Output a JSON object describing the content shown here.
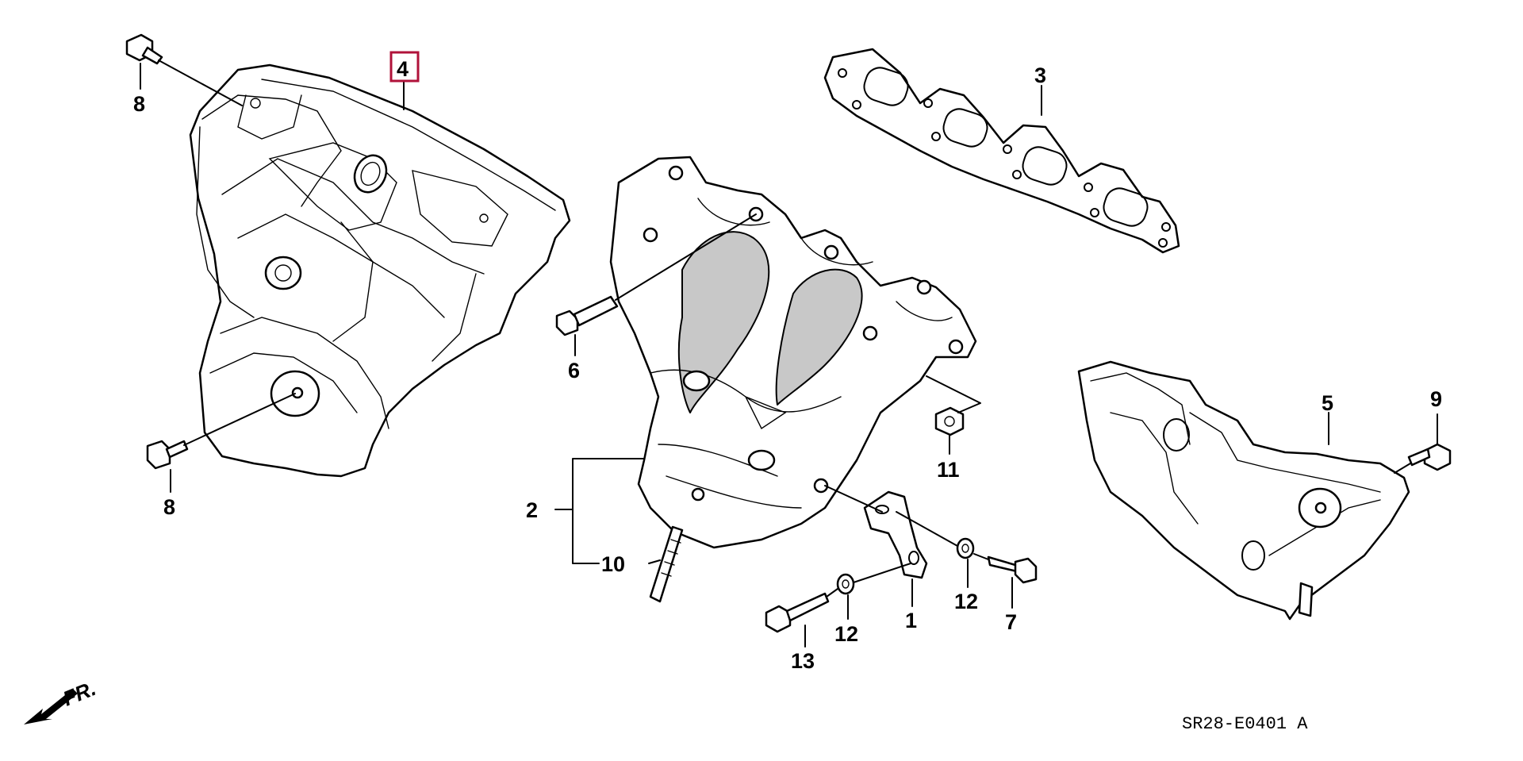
{
  "diagram": {
    "code": "SR28-E0401 A",
    "direction_label": "FR.",
    "highlighted_callout": "4",
    "colors": {
      "highlight": "#b0123a",
      "line": "#000000",
      "background": "#ffffff"
    }
  },
  "callouts": [
    {
      "id": "c8a",
      "label": "8"
    },
    {
      "id": "c4",
      "label": "4"
    },
    {
      "id": "c3",
      "label": "3"
    },
    {
      "id": "c8b",
      "label": "8"
    },
    {
      "id": "c6",
      "label": "6"
    },
    {
      "id": "c2",
      "label": "2"
    },
    {
      "id": "c10",
      "label": "10"
    },
    {
      "id": "c11",
      "label": "11"
    },
    {
      "id": "c1",
      "label": "1"
    },
    {
      "id": "c12a",
      "label": "12"
    },
    {
      "id": "c12b",
      "label": "12"
    },
    {
      "id": "c7",
      "label": "7"
    },
    {
      "id": "c13",
      "label": "13"
    },
    {
      "id": "c5",
      "label": "5"
    },
    {
      "id": "c9",
      "label": "9"
    }
  ]
}
